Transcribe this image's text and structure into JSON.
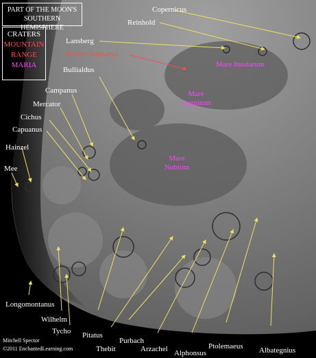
{
  "title": {
    "line1": "PART OF THE MOON'S",
    "line2": "SOUTHERN HEMISPHERE"
  },
  "legend": {
    "craters": "CRATERS",
    "mountain_line1": "MOUNTAIN",
    "mountain_line2": "RANGE",
    "maria": "MARIA"
  },
  "colors": {
    "crater_label": "#ffffff",
    "crater_arrow": "#f0e060",
    "mountain_label": "#ff4a4a",
    "maria_label": "#ff44ff",
    "background": "#000000"
  },
  "craters": {
    "copernicus": "Copernicus",
    "reinhold": "Reinhold",
    "lansberg": "Lansberg",
    "bullialdus": "Bullialdus",
    "campanus": "Campanus",
    "mercator": "Mercator",
    "cichus": "Cichus",
    "capuanus": "Capuanus",
    "hainzel": "Hainzel",
    "mee": "Mee",
    "longomontanus": "Longomontanus",
    "wilhelm": "Wilhelm",
    "tycho": "Tycho",
    "pitatus": "Pitatus",
    "thebit": "Thebit",
    "purbach": "Purbach",
    "arzachel": "Arzachel",
    "alphonsus": "Alphonsus",
    "ptolemaeus": "Ptolemaeus",
    "albategnius": "Albategnius"
  },
  "mountains": {
    "montes_riphaeus": "Montes Riphaeus"
  },
  "maria": {
    "insularum": "Mare Insularum",
    "cognitum_line1": "Mare",
    "cognitum_line2": "Cognitum",
    "nubium_line1": "Mare",
    "nubium_line2": "Nubium"
  },
  "credit": {
    "author": "Mitchell Spector",
    "copyright": "©2011 EnchantedLearning.com"
  }
}
